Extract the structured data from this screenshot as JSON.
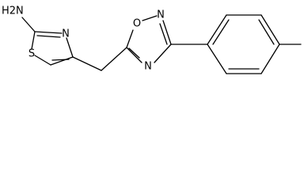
{
  "molecule": {
    "atoms": {
      "amine": "H2N",
      "thiazole_sulfur": "S",
      "thiazole_nitrogen": "N",
      "oxadiazole_oxygen": "O",
      "oxadiazole_nitrogen_top": "N",
      "oxadiazole_nitrogen_bottom": "N"
    }
  },
  "colors": {
    "bond": "#000000",
    "label": "#000000",
    "background": "#ffffff"
  }
}
